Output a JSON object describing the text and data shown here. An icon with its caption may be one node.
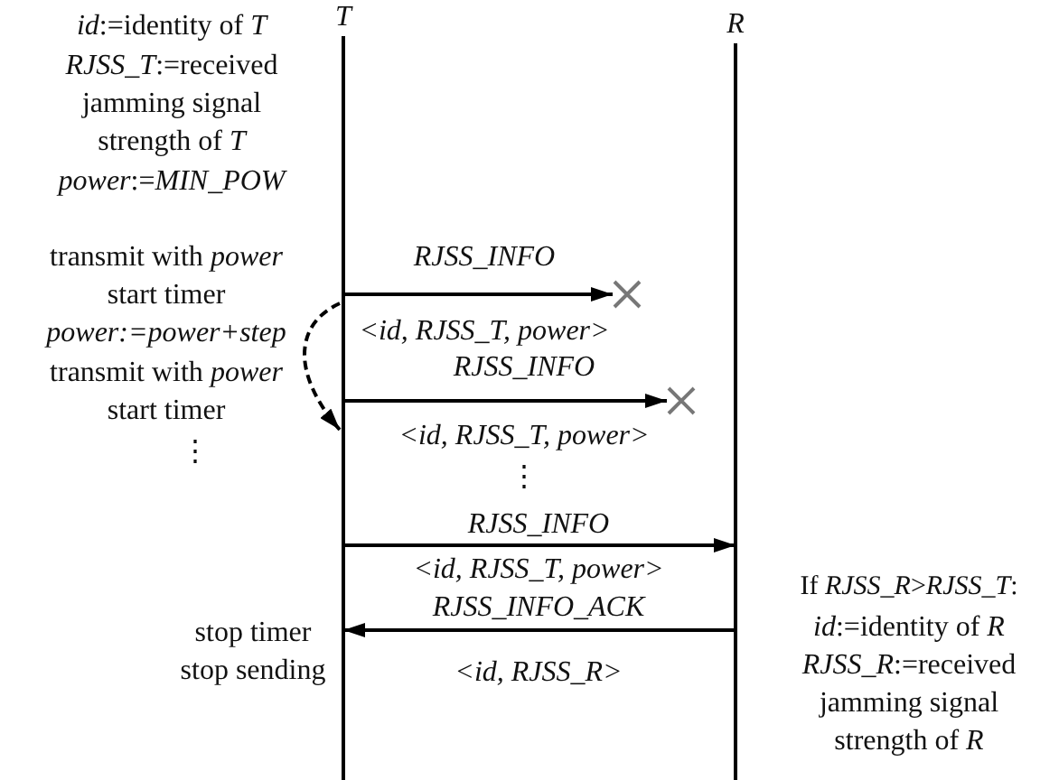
{
  "diagram": {
    "nodes": [
      {
        "text": [
          "T"
        ]
      },
      {
        "text": [
          "R"
        ]
      },
      {
        "text": [],
        "shape": "cross"
      },
      {
        "text": [],
        "shape": "cross"
      }
    ],
    "edges": [
      {
        "from": 0,
        "to": 2,
        "arrow": "to",
        "label": "RJSS_INFO"
      },
      {
        "from": 0,
        "to": 0,
        "arrow": "to",
        "style": "dashed"
      },
      {
        "from": 0,
        "to": 3,
        "arrow": "to",
        "label": "RJSS_INFO"
      },
      {
        "from": 0,
        "to": 1,
        "arrow": "to",
        "label": "RJSS_INFO"
      },
      {
        "from": 1,
        "to": 0,
        "arrow": "to",
        "label": "RJSS_INFO_ACK"
      }
    ],
    "labels": [
      "*id*:=identity of *T*",
      "*RJSS_T*:=received jamming signal strength of *T*",
      "*power*:=*MIN_POW*",
      "transmit with *power*",
      "start timer",
      "<id, RJSS_T, power>",
      "power:=power+step",
      "transmit with *power*",
      "start timer",
      "<id, RJSS_T, power>",
      "⋮",
      "⋮",
      "<id, RJSS_T, power>",
      "If *RJSS_R*>*RJSS_T*:",
      "*id*:=identity of *R*",
      "*RJSS_R*:=received jamming signal strength of *R*",
      "stop timer",
      "stop sending",
      "<id, RJSS_R>"
    ]
  }
}
